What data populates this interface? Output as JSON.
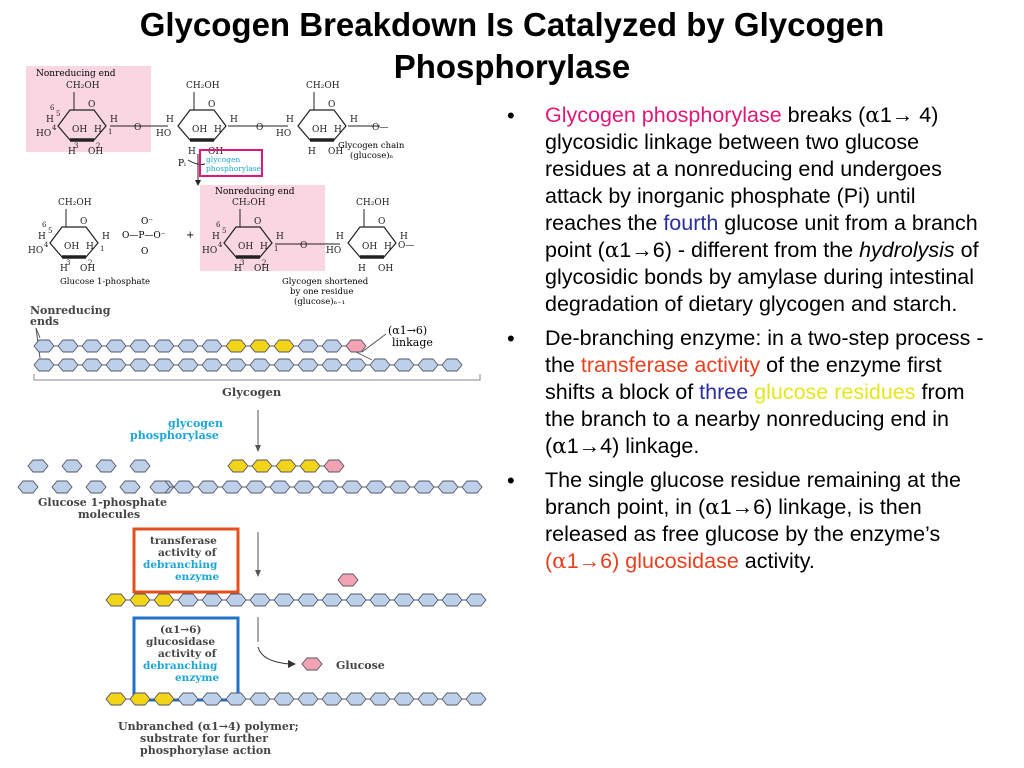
{
  "title": {
    "line1": "Glycogen Breakdown Is Catalyzed by Glycogen",
    "line2": "Phosphorylase"
  },
  "figure": {
    "labels": {
      "nonreducing_end_1": "Nonreducing end",
      "nonreducing_end_2": "Nonreducing end",
      "ch2oh": "CH₂OH",
      "oh": "OH",
      "h": "H",
      "o": "O",
      "glycogen_chain": "Glycogen chain",
      "glucose_n": "(glucose)ₙ",
      "pi": "Pᵢ",
      "glycogen_phosphorylase_box_1": "glycogen",
      "glycogen_phosphorylase_box_2": "phosphorylase",
      "glucose_1_phosphate": "Glucose 1-phosphate",
      "glycogen_shortened_1": "Glycogen shortened",
      "glycogen_shortened_2": "by one residue",
      "glycogen_shortened_3": "(glucose)ₙ₋₁",
      "nonreducing_ends_1": "Nonreducing",
      "nonreducing_ends_2": "ends",
      "a16_linkage_1": "(α1→6)",
      "a16_linkage_2": "linkage",
      "glycogen": "Glycogen",
      "step1_1": "glycogen",
      "step1_2": "phosphorylase",
      "g1p_molecules_1": "Glucose 1-phosphate",
      "g1p_molecules_2": "molecules",
      "step2_1": "transferase",
      "step2_2": "activity of",
      "step2_3": "debranching",
      "step2_4": "enzyme",
      "step3_1": "(α1→6)",
      "step3_2": "glucosidase",
      "step3_3": "activity of",
      "step3_4": "debranching",
      "step3_5": "enzyme",
      "glucose": "Glucose",
      "final_1": "Unbranched (α1→4) polymer;",
      "final_2": "substrate for further",
      "final_3": "phosphorylase action",
      "n1": "1",
      "n2": "2",
      "n3": "3",
      "n4": "4",
      "n5": "5",
      "n6": "6",
      "plus": "+",
      "p": "P"
    },
    "colors": {
      "hex_blue": "#bcd0ea",
      "hex_yellow": "#f2d418",
      "hex_pink": "#f1a3b3",
      "pink_box": "#f9d6e2",
      "magenta_box": "#e0177a",
      "orange_box": "#e2501e",
      "blue_box": "#1e73c8",
      "cyan_text": "#1aa6d6"
    }
  },
  "bullets": [
    {
      "parts": [
        "Glycogen phosphorylase",
        " breaks (",
        "α",
        "1→ 4) glycosidic linkage between two glucose residues at a nonreducing end undergoes attack by inorganic phosphate (Pi) until reaches the ",
        "fourth",
        " glucose unit from a branch point  (",
        "α",
        "1→6) - different from the ",
        "hydrolysis",
        " of glycosidic bonds by amylase during intestinal degradation of dietary glycogen and starch."
      ]
    },
    {
      "parts": [
        "De-branching enzyme: in a two-step process - the ",
        "transferase activity",
        " of the enzyme first shifts a block of ",
        "three",
        " ",
        "glucose residues",
        " from the branch to a nearby nonreducing end in (",
        "α",
        "1→4) linkage."
      ]
    },
    {
      "parts": [
        "The single glucose residue remaining at the branch point, in (",
        "α",
        "1→6) linkage, is then released as free glucose by the enzyme’s ",
        "(",
        "α",
        "1→6) glucosidase",
        " activity."
      ]
    }
  ]
}
